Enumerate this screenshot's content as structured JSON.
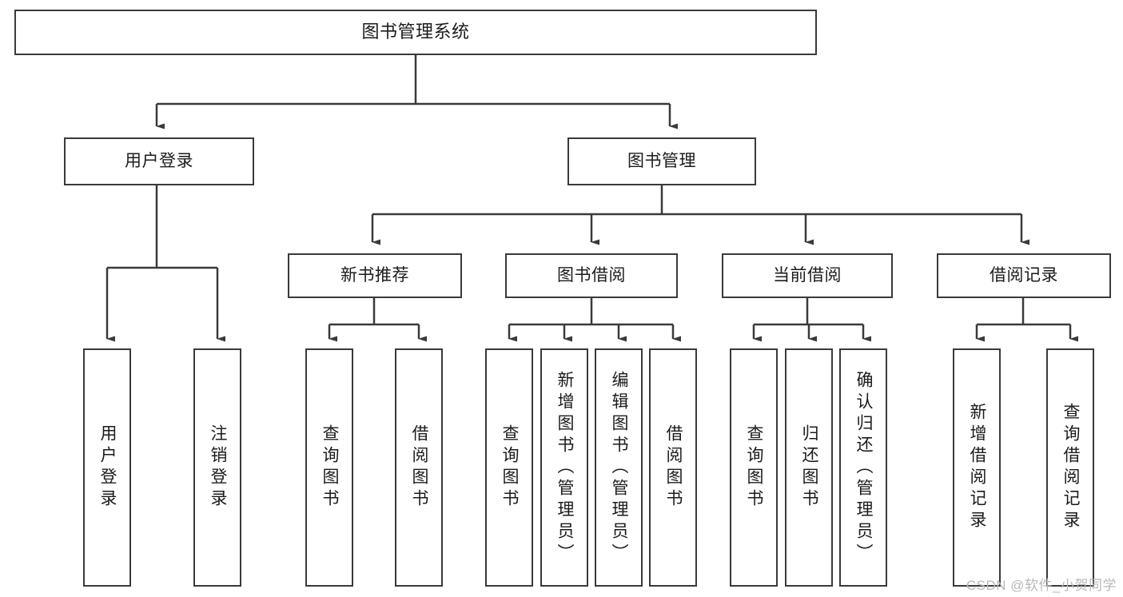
{
  "diagram": {
    "type": "tree-hierarchy-chart",
    "title": "图书管理系统",
    "line_color": "#3a3a3a",
    "box_fill": "#ffffff",
    "text_color": "#1b1b1b",
    "nodes": {
      "root": {
        "label": "图书管理系统"
      },
      "level2": [
        {
          "id": "user-login",
          "label": "用户登录"
        },
        {
          "id": "book-manage",
          "label": "图书管理"
        }
      ],
      "level3": [
        {
          "id": "new-book-rec",
          "label": "新书推荐"
        },
        {
          "id": "book-borrow",
          "label": "图书借阅"
        },
        {
          "id": "current-borrow",
          "label": "当前借阅"
        },
        {
          "id": "borrow-record",
          "label": "借阅记录"
        }
      ],
      "leaves": {
        "user_login": [
          {
            "id": "leaf-user-login",
            "label": "用户登录"
          },
          {
            "id": "leaf-logout",
            "label": "注销登录"
          }
        ],
        "new_book_rec": [
          {
            "id": "leaf-query-book-1",
            "label": "查询图书"
          },
          {
            "id": "leaf-borrow-book-1",
            "label": "借阅图书"
          }
        ],
        "book_borrow": [
          {
            "id": "leaf-query-book-2",
            "label": "查询图书"
          },
          {
            "id": "leaf-add-book",
            "label": "新增图书（管理员）"
          },
          {
            "id": "leaf-edit-book",
            "label": "编辑图书（管理员）"
          },
          {
            "id": "leaf-borrow-book-2",
            "label": "借阅图书"
          }
        ],
        "current_borrow": [
          {
            "id": "leaf-query-book-3",
            "label": "查询图书"
          },
          {
            "id": "leaf-return-book",
            "label": "归还图书"
          },
          {
            "id": "leaf-confirm-return",
            "label": "确认归还（管理员）"
          }
        ],
        "borrow_record": [
          {
            "id": "leaf-add-record",
            "label": "新增借阅记录"
          },
          {
            "id": "leaf-query-record",
            "label": "查询借阅记录"
          }
        ]
      }
    }
  },
  "watermark": {
    "text": "CSDN @软件_小贺同学"
  }
}
